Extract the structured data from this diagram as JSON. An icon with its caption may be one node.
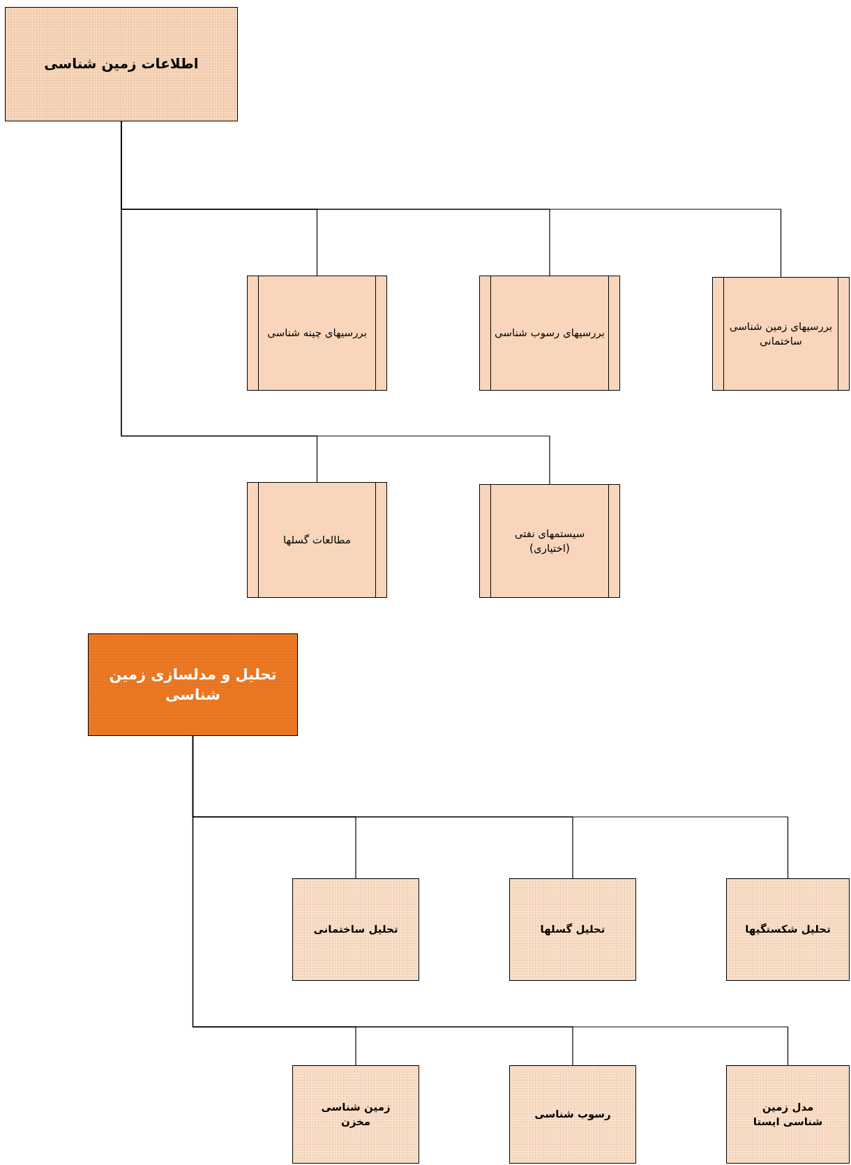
{
  "diagram": {
    "nodes": [
      {
        "text": [
          "اطلاعات زمین شناسی"
        ]
      },
      {
        "text": [
          "بررسیهای چینه شناسی"
        ]
      },
      {
        "text": [
          "بررسیهای رسوب شناسی"
        ]
      },
      {
        "text": [
          "بررسیهای زمین شناسی ساختمانی"
        ]
      },
      {
        "text": [
          "مطالعات گسلها"
        ]
      },
      {
        "text": [
          "سیستمهای نفتی (اختیاری)"
        ]
      },
      {
        "text": [
          "تحلیل و مدلسازی زمین شناسی"
        ]
      },
      {
        "text": [
          "تحلیل ساختمانی"
        ]
      },
      {
        "text": [
          "تحلیل گسلها"
        ]
      },
      {
        "text": [
          "تحلیل شکستگیها"
        ]
      },
      {
        "text": [
          "زمین شناسی مخزن"
        ]
      },
      {
        "text": [
          "رسوب شناسی"
        ]
      },
      {
        "text": [
          "مدل زمین شناسی ایستا"
        ]
      }
    ],
    "edges": [
      {
        "from": 0,
        "to": 1,
        "arrow": "none"
      },
      {
        "from": 0,
        "to": 2,
        "arrow": "none"
      },
      {
        "from": 0,
        "to": 3,
        "arrow": "none"
      },
      {
        "from": 0,
        "to": 4,
        "arrow": "none"
      },
      {
        "from": 0,
        "to": 5,
        "arrow": "none"
      },
      {
        "from": 6,
        "to": 7,
        "arrow": "none"
      },
      {
        "from": 6,
        "to": 8,
        "arrow": "none"
      },
      {
        "from": 6,
        "to": 9,
        "arrow": "none"
      },
      {
        "from": 6,
        "to": 10,
        "arrow": "none"
      },
      {
        "from": 6,
        "to": 11,
        "arrow": "none"
      },
      {
        "from": 6,
        "to": 12,
        "arrow": "none"
      }
    ]
  }
}
